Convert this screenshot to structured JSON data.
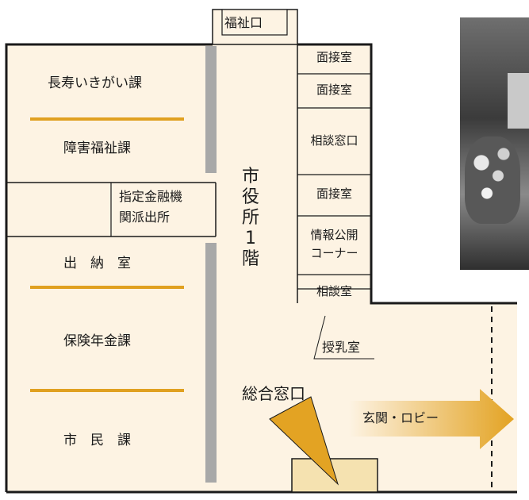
{
  "title_vertical": [
    "市",
    "役",
    "所",
    "1",
    "階"
  ],
  "entrance_top": "福祉口",
  "left_rooms": {
    "choju": "長寿いきがい課",
    "shogai": "障害福祉課",
    "shitei_line1": "指定金融機",
    "shitei_line2": "関派出所",
    "suitou": "出　納　室",
    "hoken": "保険年金課",
    "shimin": "市　民　課"
  },
  "right_rooms": {
    "mensetsu1": "面接室",
    "mensetsu2": "面接室",
    "soudan_madoguchi": "相談窓口",
    "mensetsu3": "面接室",
    "joho_line1": "情報公開",
    "joho_line2": "コーナー",
    "soudanshitsu": "相談室"
  },
  "junyu": "授乳室",
  "sogo": "総合窓口",
  "genkan": "玄関・ロビー",
  "colors": {
    "floor_fill": "#fdf3e3",
    "wall": "#1a1a1a",
    "divider_orange": "#e0a020",
    "grey_bar": "#a8a8a8",
    "counter_fill": "#f5e2b0",
    "arrow_start": "#fdf3e3",
    "arrow_end": "#e3a323"
  }
}
